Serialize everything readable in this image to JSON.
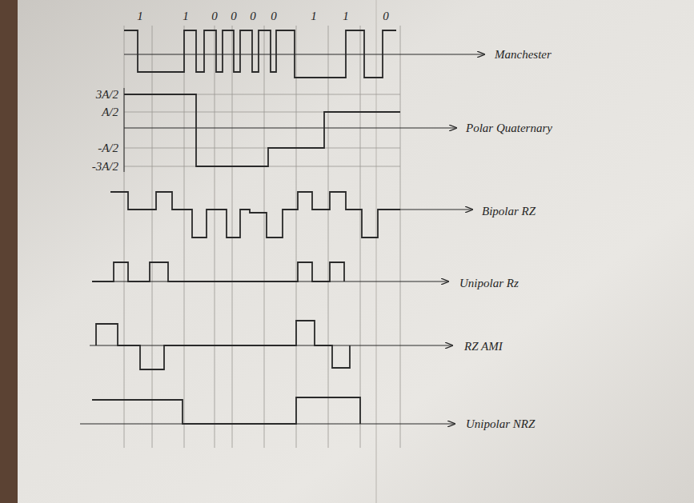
{
  "diagram": {
    "labels": [
      "1",
      "1",
      "0",
      "0",
      "0",
      "0",
      "1",
      "1",
      "0",
      "Manchester",
      "3A/2",
      "A/2",
      "-A/2",
      "-3A/2",
      "Polar Quaternary",
      "Bipolar RZ",
      "Unipolar Rz",
      "RZ AMI",
      "Unipolar NRZ"
    ]
  }
}
